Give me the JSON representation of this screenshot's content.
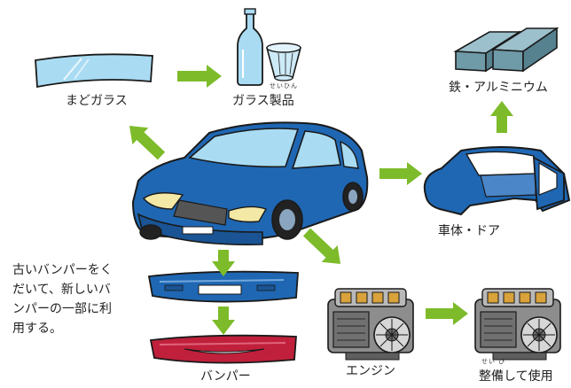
{
  "labels": {
    "windshield": "まどガラス",
    "glass_products": "ガラス製品",
    "glass_products_ruby": "せいひん",
    "metal": "鉄・アルミニウム",
    "body_door": "車体・ドア",
    "bumper": "バンパー",
    "engine": "エンジン",
    "reuse": "整備して使用",
    "reuse_ruby": "せい び"
  },
  "note": {
    "line1": "古いバンパーをく",
    "line2": "だいて、新しいバ",
    "line3": "ンパーの一部に利",
    "line4": "用する。"
  },
  "colors": {
    "arrow": "#7dbb2a",
    "car_body": "#1f67b3",
    "glass": "#a9dcf3",
    "metal_bar": "#6f9aa8",
    "new_bumper": "#c0203b",
    "engine_gray": "#8d8d8d",
    "outline": "#1a1a1a"
  }
}
